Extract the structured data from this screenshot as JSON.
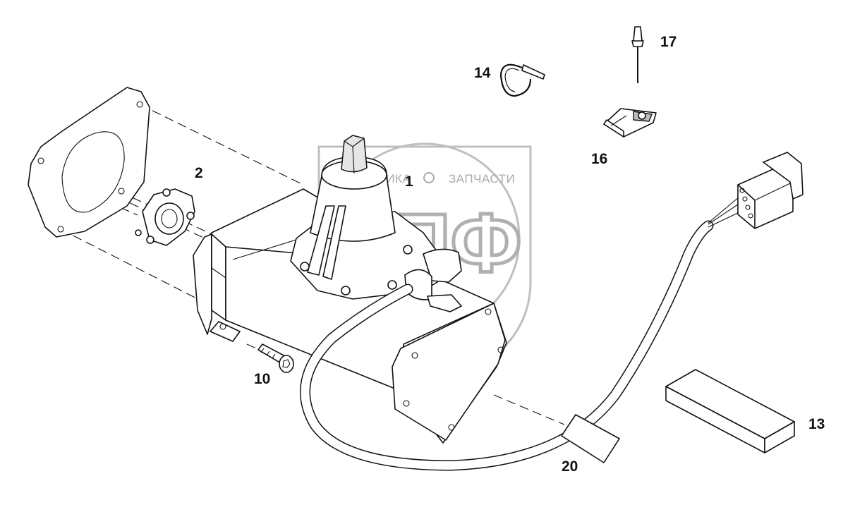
{
  "watermark": {
    "left_text": "ТЕХНИКА",
    "right_text": "ЗАПЧАСТИ",
    "logo_letters": "ЭПФ"
  },
  "callouts": [
    {
      "id": "label-1",
      "text": "1"
    },
    {
      "id": "label-2",
      "text": "2"
    },
    {
      "id": "label-10",
      "text": "10"
    },
    {
      "id": "label-13",
      "text": "13"
    },
    {
      "id": "label-14",
      "text": "14"
    },
    {
      "id": "label-16",
      "text": "16"
    },
    {
      "id": "label-17",
      "text": "17"
    },
    {
      "id": "label-20",
      "text": "20"
    }
  ],
  "colors": {
    "line": "#111111",
    "watermark": "#a3a3a3",
    "background": "#ffffff"
  }
}
